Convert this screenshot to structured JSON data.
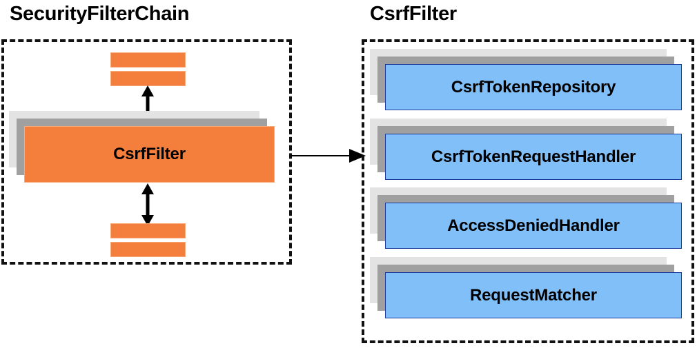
{
  "diagram": {
    "title_left": "SecurityFilterChain",
    "title_right": "CsrfFilter",
    "background_color": "#ffffff",
    "orange_color": "#f47f3c",
    "orange_border_color": "#f9a877",
    "blue_color": "#81bff9",
    "blue_border_color": "#1b3a9c",
    "shadow_dark_color": "#a0a0a0",
    "shadow_light_color": "#e3e3e3",
    "border_color": "#111111"
  },
  "left_panel": {
    "title": "SecurityFilterChain",
    "top_bars": [
      {
        "name": "filter-bar-top-1"
      },
      {
        "name": "filter-bar-top-2"
      }
    ],
    "main_box": {
      "label": "CsrfFilter"
    },
    "bottom_bars": [
      {
        "name": "filter-bar-bottom-1"
      },
      {
        "name": "filter-bar-bottom-2"
      }
    ],
    "arrows": [
      {
        "name": "arrow-up-down-top",
        "direction": "bidirectional-vertical"
      },
      {
        "name": "arrow-up-down-bottom",
        "direction": "bidirectional-vertical"
      }
    ]
  },
  "right_panel": {
    "title": "CsrfFilter",
    "components": [
      {
        "label": "CsrfTokenRepository"
      },
      {
        "label": "CsrfTokenRequestHandler"
      },
      {
        "label": "AccessDeniedHandler"
      },
      {
        "label": "RequestMatcher"
      }
    ]
  },
  "connector": {
    "name": "arrow-left-to-right",
    "direction": "right",
    "from": "SecurityFilterChain",
    "to": "CsrfFilter"
  }
}
